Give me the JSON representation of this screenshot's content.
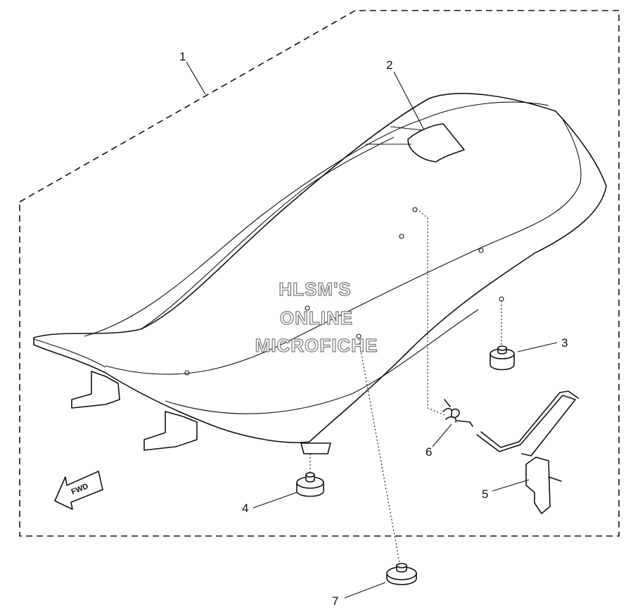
{
  "callouts": {
    "c1": "1",
    "c2": "2",
    "c3": "3",
    "c4": "4",
    "c5": "5",
    "c6": "6",
    "c7": "7"
  },
  "watermark": {
    "line1": "HLSM'S",
    "line2": "ONLINE",
    "line3": "MICROFICHE"
  },
  "fwd_label": "FWD"
}
